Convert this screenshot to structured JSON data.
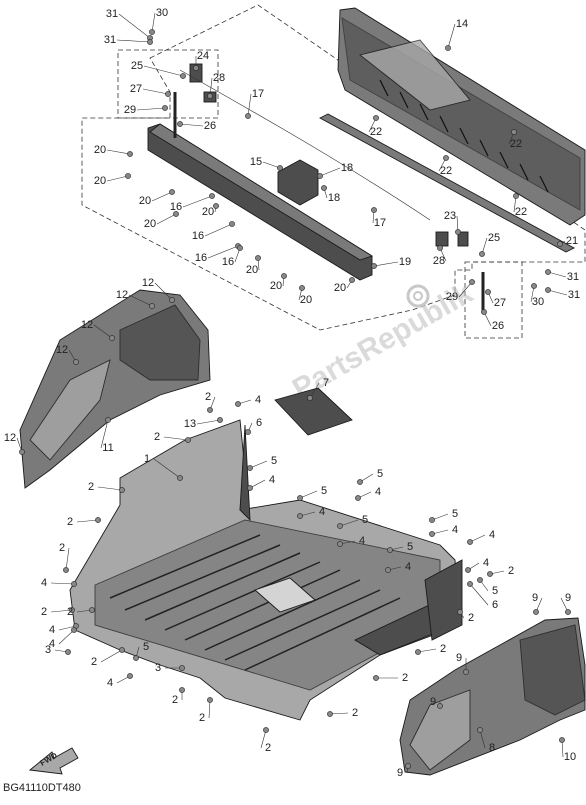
{
  "diagram": {
    "code": "BG41110DT480",
    "watermark": "PartsRepublik",
    "fwd_label": "FWD",
    "callouts": [
      {
        "id": "c31a",
        "label": "31"
      },
      {
        "id": "c30a",
        "label": "30"
      },
      {
        "id": "c31b",
        "label": "31"
      },
      {
        "id": "c14",
        "label": "14"
      },
      {
        "id": "c24a",
        "label": "24"
      },
      {
        "id": "c25a",
        "label": "25"
      },
      {
        "id": "c28a",
        "label": "28"
      },
      {
        "id": "c27a",
        "label": "27"
      },
      {
        "id": "c17a",
        "label": "17"
      },
      {
        "id": "c29a",
        "label": "29"
      },
      {
        "id": "c26a",
        "label": "26"
      },
      {
        "id": "c22a",
        "label": "22"
      },
      {
        "id": "c22b",
        "label": "22"
      },
      {
        "id": "c22c",
        "label": "22"
      },
      {
        "id": "c22d",
        "label": "22"
      },
      {
        "id": "c20a",
        "label": "20"
      },
      {
        "id": "c20b",
        "label": "20"
      },
      {
        "id": "c20c",
        "label": "20"
      },
      {
        "id": "c20d",
        "label": "20"
      },
      {
        "id": "c20e",
        "label": "20"
      },
      {
        "id": "c20f",
        "label": "20"
      },
      {
        "id": "c20g",
        "label": "20"
      },
      {
        "id": "c20h",
        "label": "20"
      },
      {
        "id": "c20i",
        "label": "20"
      },
      {
        "id": "c15",
        "label": "15"
      },
      {
        "id": "c18a",
        "label": "18"
      },
      {
        "id": "c18b",
        "label": "18"
      },
      {
        "id": "c16a",
        "label": "16"
      },
      {
        "id": "c16b",
        "label": "16"
      },
      {
        "id": "c16c",
        "label": "16"
      },
      {
        "id": "c16d",
        "label": "16"
      },
      {
        "id": "c17b",
        "label": "17"
      },
      {
        "id": "c23",
        "label": "23"
      },
      {
        "id": "c25b",
        "label": "25"
      },
      {
        "id": "c21",
        "label": "21"
      },
      {
        "id": "c19",
        "label": "19"
      },
      {
        "id": "c28b",
        "label": "28"
      },
      {
        "id": "c31c",
        "label": "31"
      },
      {
        "id": "c30b",
        "label": "30"
      },
      {
        "id": "c31d",
        "label": "31"
      },
      {
        "id": "c29b",
        "label": "29"
      },
      {
        "id": "c27b",
        "label": "27"
      },
      {
        "id": "c26b",
        "label": "26"
      },
      {
        "id": "c12a",
        "label": "12"
      },
      {
        "id": "c12b",
        "label": "12"
      },
      {
        "id": "c12c",
        "label": "12"
      },
      {
        "id": "c12d",
        "label": "12"
      },
      {
        "id": "c12e",
        "label": "12"
      },
      {
        "id": "c13",
        "label": "13"
      },
      {
        "id": "c11",
        "label": "11"
      },
      {
        "id": "c7",
        "label": "7"
      },
      {
        "id": "c4a",
        "label": "4"
      },
      {
        "id": "c6a",
        "label": "6"
      },
      {
        "id": "c2a",
        "label": "2"
      },
      {
        "id": "c2b",
        "label": "2"
      },
      {
        "id": "c1",
        "label": "1"
      },
      {
        "id": "c5a",
        "label": "5"
      },
      {
        "id": "c4b",
        "label": "4"
      },
      {
        "id": "c5b",
        "label": "5"
      },
      {
        "id": "c4c",
        "label": "4"
      },
      {
        "id": "c5c",
        "label": "5"
      },
      {
        "id": "c4d",
        "label": "4"
      },
      {
        "id": "c5d",
        "label": "5"
      },
      {
        "id": "c4e",
        "label": "4"
      },
      {
        "id": "c5e",
        "label": "5"
      },
      {
        "id": "c4f",
        "label": "4"
      },
      {
        "id": "c5f",
        "label": "5"
      },
      {
        "id": "c4g",
        "label": "4"
      },
      {
        "id": "c5g",
        "label": "5"
      },
      {
        "id": "c4h",
        "label": "4"
      },
      {
        "id": "c4i",
        "label": "4"
      },
      {
        "id": "c2c",
        "label": "2"
      },
      {
        "id": "c2d",
        "label": "2"
      },
      {
        "id": "c2e",
        "label": "2"
      },
      {
        "id": "c4j",
        "label": "4"
      },
      {
        "id": "c2f",
        "label": "2"
      },
      {
        "id": "c4k",
        "label": "4"
      },
      {
        "id": "c2g",
        "label": "2"
      },
      {
        "id": "c6b",
        "label": "6"
      },
      {
        "id": "c2h",
        "label": "2"
      },
      {
        "id": "c2i",
        "label": "2"
      },
      {
        "id": "c4l",
        "label": "4"
      },
      {
        "id": "c3a",
        "label": "3"
      },
      {
        "id": "c2j",
        "label": "2"
      },
      {
        "id": "c5h",
        "label": "5"
      },
      {
        "id": "c4m",
        "label": "4"
      },
      {
        "id": "c3b",
        "label": "3"
      },
      {
        "id": "c2k",
        "label": "2"
      },
      {
        "id": "c2l",
        "label": "2"
      },
      {
        "id": "c2m",
        "label": "2"
      },
      {
        "id": "c2n",
        "label": "2"
      },
      {
        "id": "c2o",
        "label": "2"
      },
      {
        "id": "c2p",
        "label": "2"
      },
      {
        "id": "c9a",
        "label": "9"
      },
      {
        "id": "c9b",
        "label": "9"
      },
      {
        "id": "c9c",
        "label": "9"
      },
      {
        "id": "c9d",
        "label": "9"
      },
      {
        "id": "c9e",
        "label": "9"
      },
      {
        "id": "c8",
        "label": "8"
      },
      {
        "id": "c10",
        "label": "10"
      }
    ]
  }
}
